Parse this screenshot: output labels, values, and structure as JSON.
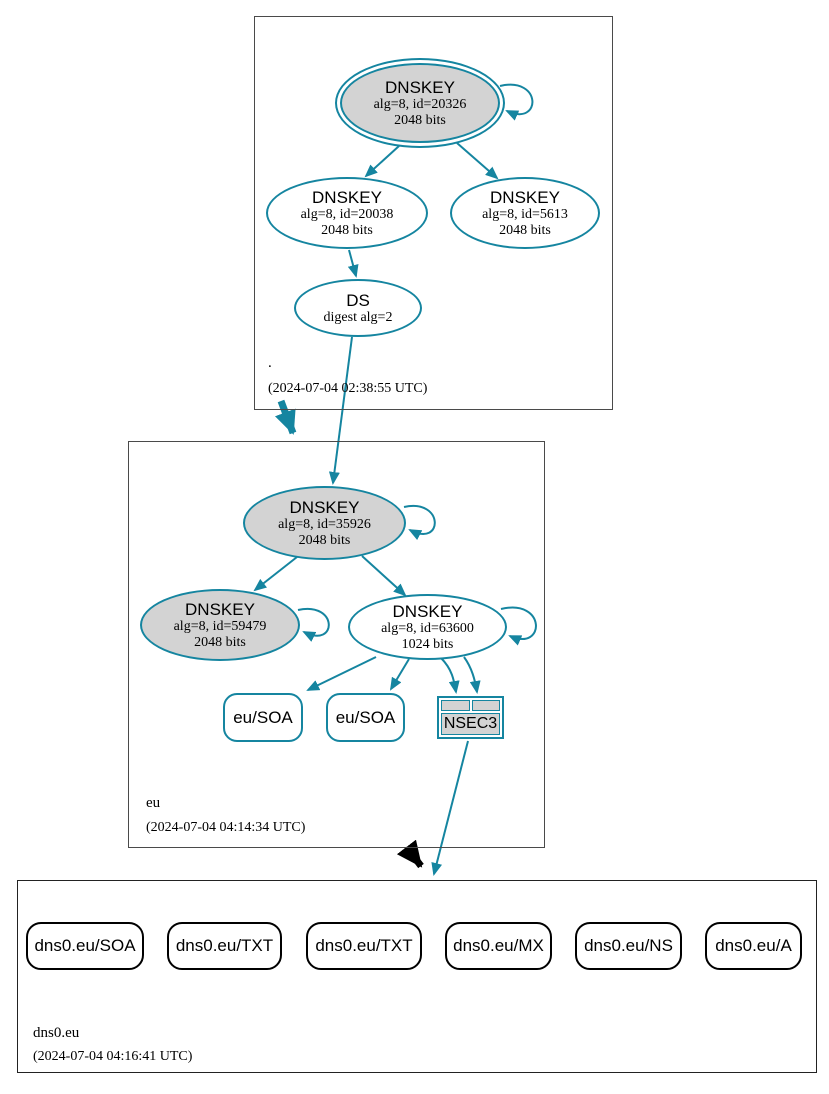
{
  "diagram": {
    "type": "dnssec-authentication-chain",
    "colors": {
      "secure_teal": "#1585a0",
      "node_fill_gray": "#d3d3d3",
      "insecure_black": "#000000"
    }
  },
  "zones": {
    "root": {
      "name": ".",
      "timestamp": "(2024-07-04 02:38:55 UTC)"
    },
    "eu": {
      "name": "eu",
      "timestamp": "(2024-07-04 04:14:34 UTC)"
    },
    "dns0": {
      "name": "dns0.eu",
      "timestamp": "(2024-07-04 04:16:41 UTC)"
    }
  },
  "nodes": {
    "root_ksk": {
      "title": "DNSKEY",
      "line2": "alg=8, id=20326",
      "line3": "2048 bits"
    },
    "root_zsk1": {
      "title": "DNSKEY",
      "line2": "alg=8, id=20038",
      "line3": "2048 bits"
    },
    "root_zsk2": {
      "title": "DNSKEY",
      "line2": "alg=8, id=5613",
      "line3": "2048 bits"
    },
    "root_ds": {
      "title": "DS",
      "line2": "digest alg=2"
    },
    "eu_ksk": {
      "title": "DNSKEY",
      "line2": "alg=8, id=35926",
      "line3": "2048 bits"
    },
    "eu_ksk2": {
      "title": "DNSKEY",
      "line2": "alg=8, id=59479",
      "line3": "2048 bits"
    },
    "eu_zsk": {
      "title": "DNSKEY",
      "line2": "alg=8, id=63600",
      "line3": "1024 bits"
    },
    "eu_soa_1": {
      "label": "eu/SOA"
    },
    "eu_soa_2": {
      "label": "eu/SOA"
    },
    "eu_nsec3": {
      "label": "NSEC3"
    },
    "dns0_soa": {
      "label": "dns0.eu/SOA"
    },
    "dns0_txt1": {
      "label": "dns0.eu/TXT"
    },
    "dns0_txt2": {
      "label": "dns0.eu/TXT"
    },
    "dns0_mx": {
      "label": "dns0.eu/MX"
    },
    "dns0_ns": {
      "label": "dns0.eu/NS"
    },
    "dns0_a": {
      "label": "dns0.eu/A"
    }
  },
  "edges": {
    "relations": [
      "root_ksk->root_ksk (self)",
      "root_ksk->root_zsk1",
      "root_ksk->root_zsk2",
      "root_zsk1->root_ds",
      "root_ds->eu_ksk",
      "root->eu delegation (secure)",
      "eu_ksk->eu_ksk (self)",
      "eu_ksk->eu_ksk2",
      "eu_ksk->eu_zsk",
      "eu_ksk2->eu_ksk2 (self)",
      "eu_zsk->eu_zsk (self)",
      "eu_zsk->eu_soa_1",
      "eu_zsk->eu_soa_2",
      "eu_zsk->eu_nsec3 (x2)",
      "eu_nsec3->dns0 zone",
      "eu->dns0.eu delegation (insecure/black)"
    ]
  }
}
